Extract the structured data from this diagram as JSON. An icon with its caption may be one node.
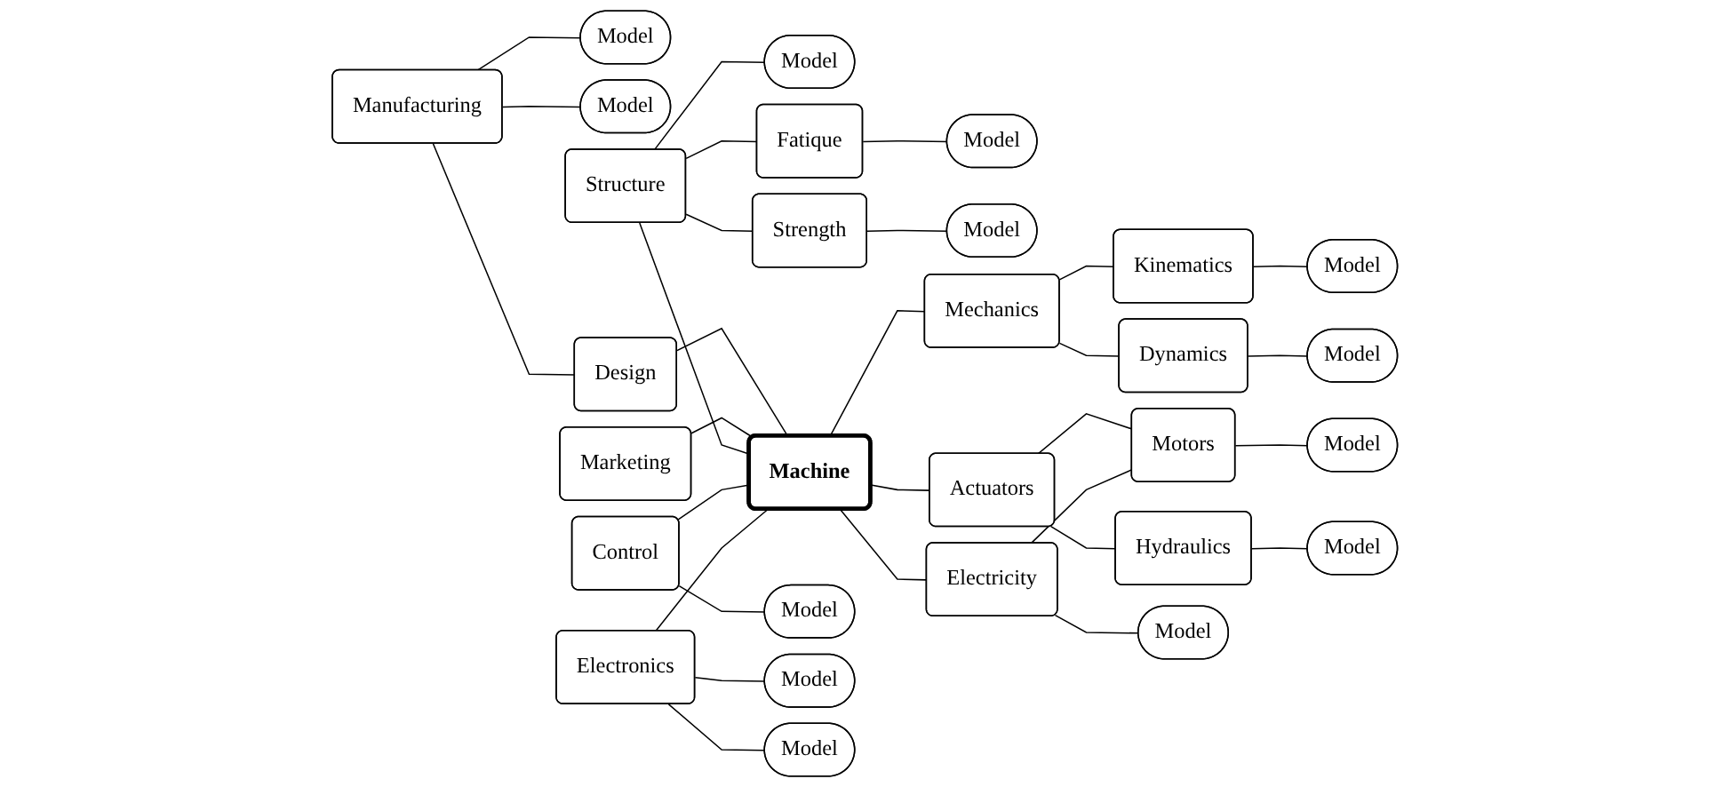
{
  "diagram": {
    "nodes": [
      {
        "text": [
          "Model"
        ]
      },
      {
        "text": [
          "Manufacturing"
        ]
      },
      {
        "text": [
          "Model"
        ]
      },
      {
        "text": [
          "Model"
        ]
      },
      {
        "text": [
          "Fatique"
        ]
      },
      {
        "text": [
          "Model"
        ]
      },
      {
        "text": [
          "Design"
        ]
      },
      {
        "text": [
          "Marketing"
        ]
      },
      {
        "text": [
          "Structure"
        ]
      },
      {
        "text": [
          "Strength"
        ]
      },
      {
        "text": [
          "Model"
        ]
      },
      {
        "text": [
          "Control"
        ]
      },
      {
        "text": [
          "Machine"
        ]
      },
      {
        "text": [
          "Mechanics"
        ]
      },
      {
        "text": [
          "Kinematics"
        ]
      },
      {
        "text": [
          "Model"
        ]
      },
      {
        "text": [
          "Model"
        ]
      },
      {
        "text": [
          "Model"
        ]
      },
      {
        "text": [
          "Electronics"
        ]
      },
      {
        "text": [
          "Dynamics"
        ]
      },
      {
        "text": [
          "Actuators"
        ]
      },
      {
        "text": [
          "Model"
        ]
      },
      {
        "text": [
          "Model"
        ]
      },
      {
        "text": [
          "Hydraulics"
        ]
      },
      {
        "text": [
          "Model"
        ]
      },
      {
        "text": [
          "Electricity"
        ]
      },
      {
        "text": [
          "Motors"
        ]
      },
      {
        "text": [
          "Model"
        ]
      },
      {
        "text": [
          "Model"
        ]
      }
    ],
    "edges": [
      {
        "from": 1,
        "to": 0,
        "arrow": "none"
      },
      {
        "from": 1,
        "to": 2,
        "arrow": "none"
      },
      {
        "from": 1,
        "to": 6,
        "arrow": "none"
      },
      {
        "from": 6,
        "to": 12,
        "arrow": "none"
      },
      {
        "from": 7,
        "to": 12,
        "arrow": "none"
      },
      {
        "from": 8,
        "to": 12,
        "arrow": "none"
      },
      {
        "from": 8,
        "to": 3,
        "arrow": "none"
      },
      {
        "from": 8,
        "to": 4,
        "arrow": "none"
      },
      {
        "from": 8,
        "to": 9,
        "arrow": "none"
      },
      {
        "from": 4,
        "to": 5,
        "arrow": "none"
      },
      {
        "from": 9,
        "to": 10,
        "arrow": "none"
      },
      {
        "from": 11,
        "to": 12,
        "arrow": "none"
      },
      {
        "from": 11,
        "to": 16,
        "arrow": "none"
      },
      {
        "from": 18,
        "to": 17,
        "arrow": "none"
      },
      {
        "from": 18,
        "to": 12,
        "arrow": "none"
      },
      {
        "from": 18,
        "to": 24,
        "arrow": "none"
      },
      {
        "from": 12,
        "to": 13,
        "arrow": "none"
      },
      {
        "from": 13,
        "to": 14,
        "arrow": "none"
      },
      {
        "from": 13,
        "to": 19,
        "arrow": "none"
      },
      {
        "from": 14,
        "to": 15,
        "arrow": "none"
      },
      {
        "from": 19,
        "to": 21,
        "arrow": "none"
      },
      {
        "from": 12,
        "to": 20,
        "arrow": "none"
      },
      {
        "from": 20,
        "to": 26,
        "arrow": "none"
      },
      {
        "from": 20,
        "to": 23,
        "arrow": "none"
      },
      {
        "from": 23,
        "to": 22,
        "arrow": "none"
      },
      {
        "from": 12,
        "to": 25,
        "arrow": "none"
      },
      {
        "from": 25,
        "to": 26,
        "arrow": "none"
      },
      {
        "from": 25,
        "to": 27,
        "arrow": "none"
      },
      {
        "from": 26,
        "to": 28,
        "arrow": "none"
      }
    ]
  }
}
